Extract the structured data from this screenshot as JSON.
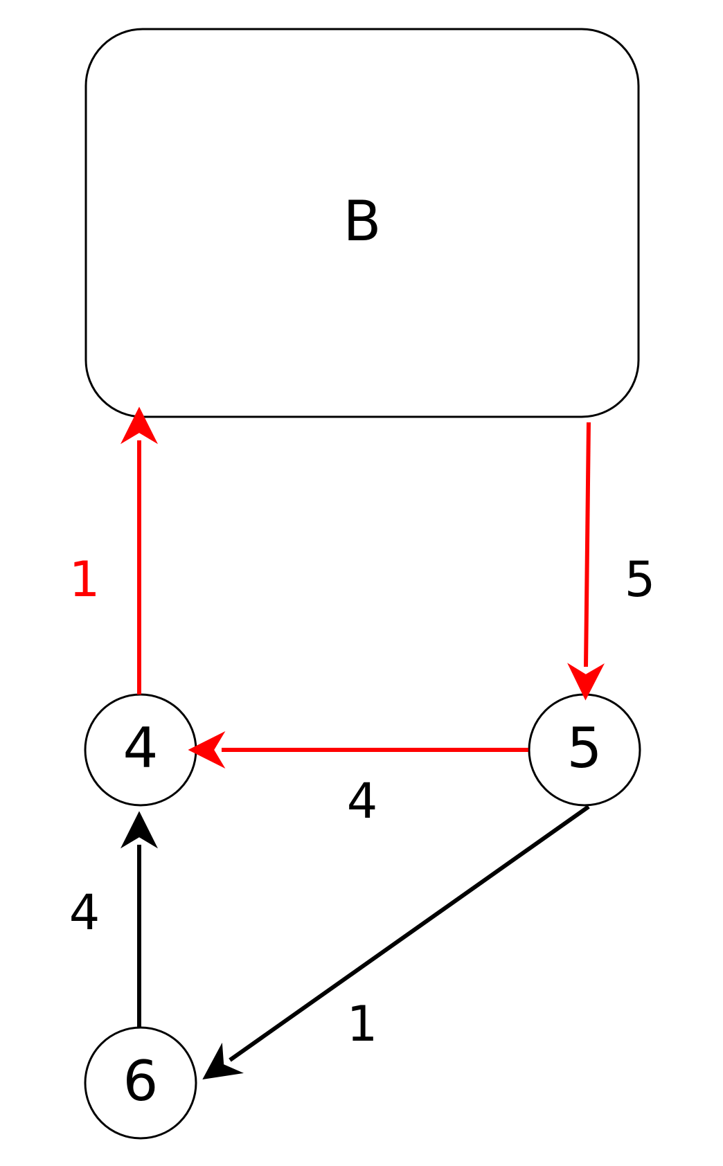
{
  "colors": {
    "highlight": "#ff0000",
    "default": "#000000",
    "background": "#ffffff"
  },
  "nodes": {
    "b": {
      "label": "B"
    },
    "n4": {
      "label": "4"
    },
    "n5": {
      "label": "5"
    },
    "n6": {
      "label": "6"
    }
  },
  "edges": {
    "n4_to_b": {
      "from": "4",
      "to": "B",
      "weight": "1",
      "highlighted": true
    },
    "b_to_n5": {
      "from": "B",
      "to": "5",
      "weight": "5",
      "highlighted": true
    },
    "n5_to_n4": {
      "from": "5",
      "to": "4",
      "weight": "4",
      "highlighted": true
    },
    "n5_to_n6": {
      "from": "5",
      "to": "6",
      "weight": "1",
      "highlighted": false
    },
    "n6_to_n4": {
      "from": "6",
      "to": "4",
      "weight": "4",
      "highlighted": false
    }
  }
}
